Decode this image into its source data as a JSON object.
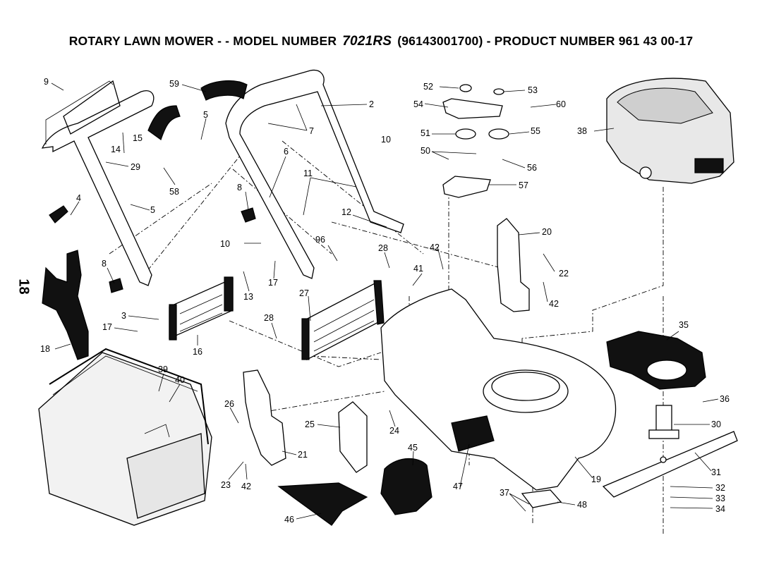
{
  "title": {
    "prefix": "ROTARY LAWN MOWER - - MODEL NUMBER",
    "model": "7021RS",
    "suffix": "(96143001700) - PRODUCT NUMBER 961 43 00-17"
  },
  "page_number": "18",
  "callouts": {
    "n9": "9",
    "n59": "59",
    "n5a": "5",
    "n2": "2",
    "n7": "7",
    "n15": "15",
    "n14": "14",
    "n29": "29",
    "n58": "58",
    "n6": "6",
    "n8a": "8",
    "n11": "11",
    "n4": "4",
    "n5b": "5",
    "n12": "12",
    "n10a": "10",
    "n10b": "10",
    "n96": "96",
    "n28a": "28",
    "n17a": "17",
    "n13": "13",
    "n8b": "8",
    "n3": "3",
    "n17b": "17",
    "n16": "16",
    "n18": "18",
    "n27": "27",
    "n28b": "28",
    "n41": "41",
    "n42a": "42",
    "n52": "52",
    "n53": "53",
    "n54": "54",
    "n60": "60",
    "n51": "51",
    "n55": "55",
    "n50": "50",
    "n56": "56",
    "n57": "57",
    "n38": "38",
    "n20": "20",
    "n22": "22",
    "n42b": "42",
    "n35": "35",
    "n36": "36",
    "n30": "30",
    "n31": "31",
    "n32": "32",
    "n33": "33",
    "n34": "34",
    "n39": "39",
    "n40": "40",
    "n26": "26",
    "n25": "25",
    "n24": "24",
    "n21": "21",
    "n23": "23",
    "n42c": "42",
    "n45": "45",
    "n47": "47",
    "n46": "46",
    "n37": "37",
    "n48": "48",
    "n19": "19"
  }
}
